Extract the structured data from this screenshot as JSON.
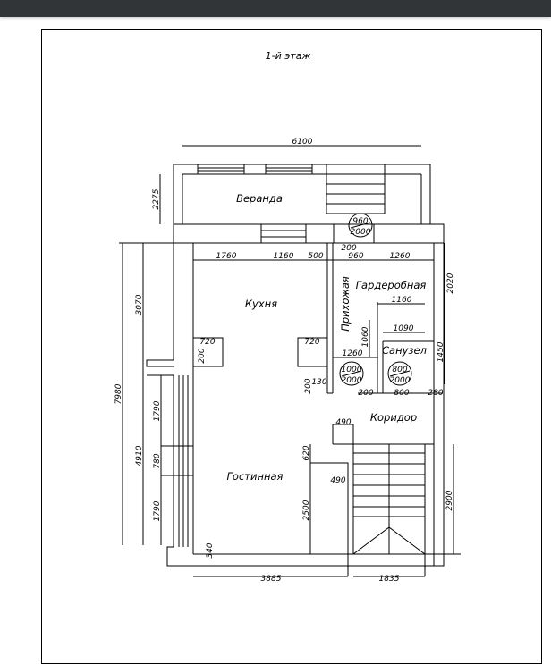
{
  "title": "1-й этаж",
  "rooms": {
    "veranda": "Веранда",
    "kitchen": "Кухня",
    "hall": "Прихожая",
    "wardrobe": "Гардеробная",
    "bathroom": "Санузел",
    "corridor": "Коридор",
    "living": "Гостинная"
  },
  "doors": {
    "entrance": {
      "w": "960",
      "h": "2000"
    },
    "kitchen": {
      "w": "1000",
      "h": "2000"
    },
    "bathroom": {
      "w": "800",
      "h": "2000"
    }
  },
  "dims": {
    "total_width": "6100",
    "veranda_depth": "2275",
    "d1760": "1760",
    "d1160": "1160",
    "d500": "500",
    "d200_top": "200",
    "d960": "960",
    "d1260_top": "1260",
    "d2020": "2020",
    "d3070": "3070",
    "d7980": "7980",
    "d1160_wardrobe": "1160",
    "d1090": "1090",
    "d1060": "1060",
    "d1450": "1450",
    "d720_left": "720",
    "d720_right": "720",
    "d200_left": "200",
    "d1260_mid": "1260",
    "d130": "130",
    "d200_mid": "200",
    "d200_bot": "200",
    "d800": "800",
    "d280": "280",
    "d490_top": "490",
    "d490_bot": "490",
    "d620": "620",
    "d2500": "2500",
    "d2900": "2900",
    "d4910": "4910",
    "d1790_top": "1790",
    "d780": "780",
    "d1790_bot": "1790",
    "d340": "340",
    "d3885": "3885",
    "d1835": "1835"
  }
}
